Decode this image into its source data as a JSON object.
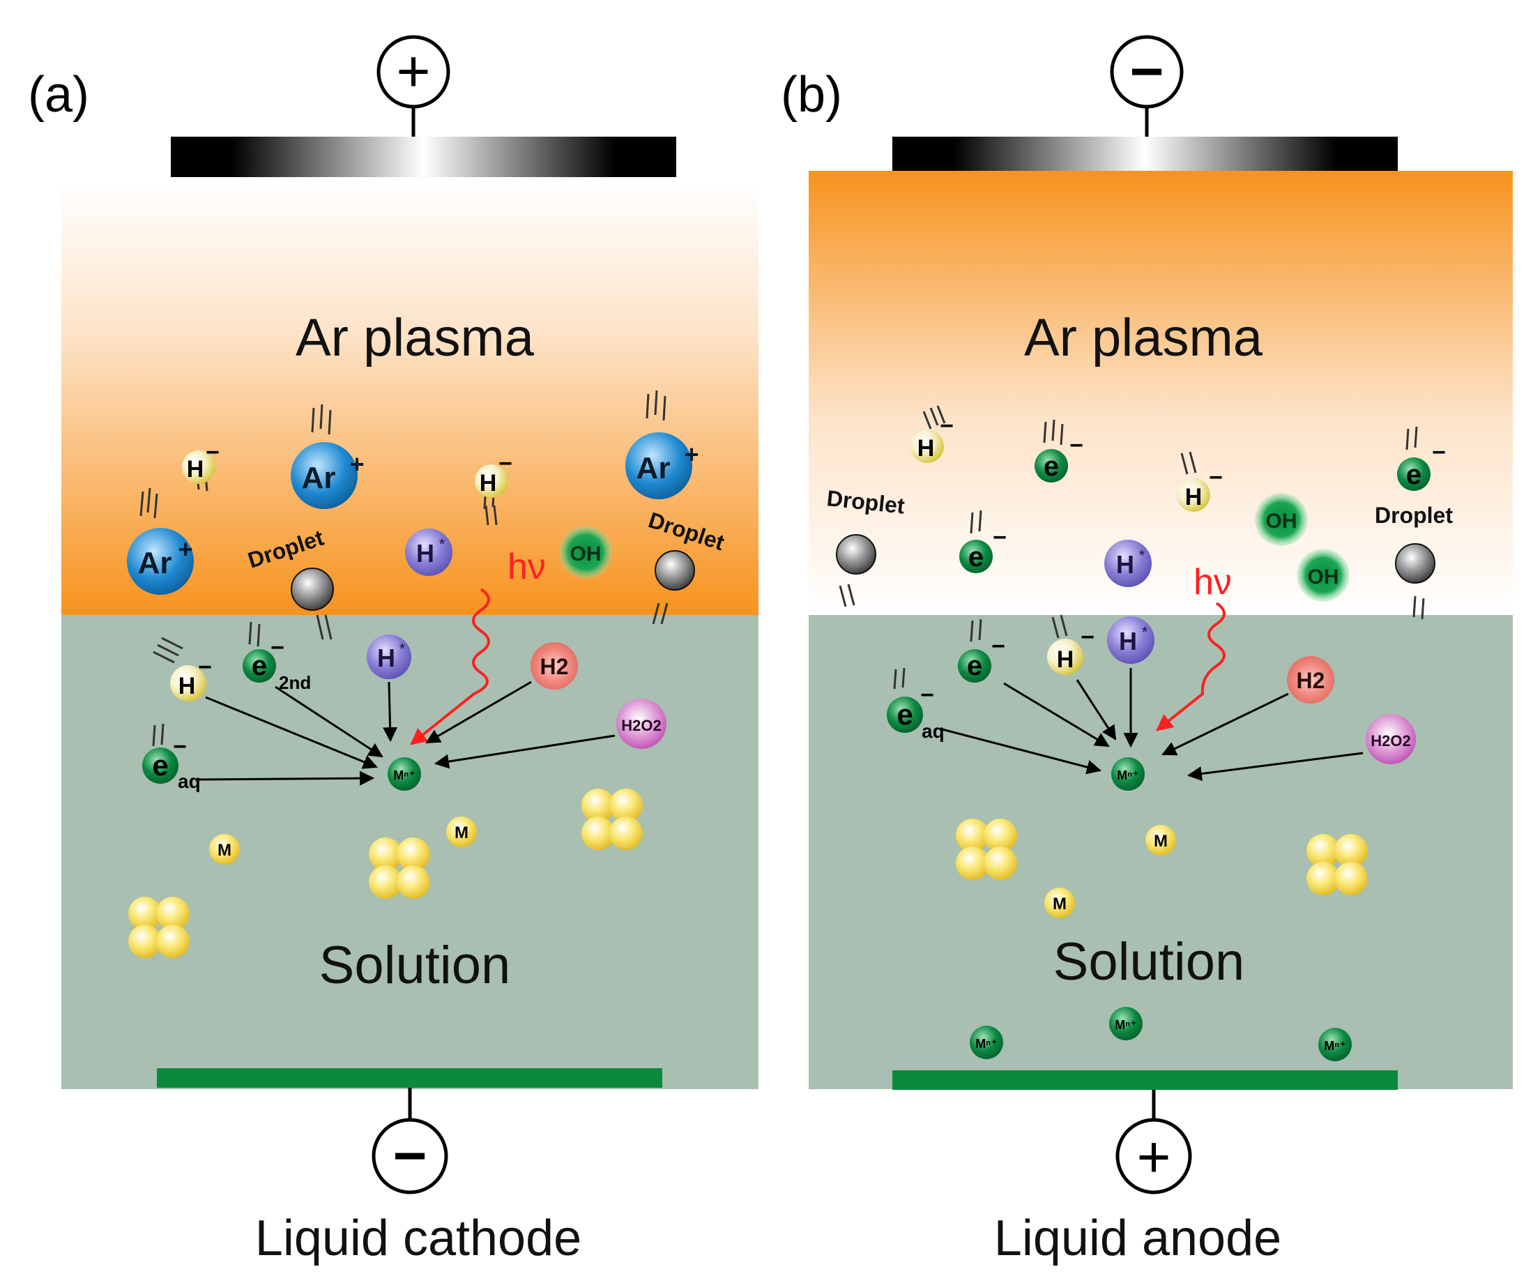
{
  "colors": {
    "plasma_orange": "#f7931e",
    "solution": "#a9bfb1",
    "electrode_bottom": "#0b8a3c",
    "ion_blue": "#1e88d0",
    "electron_green": "#0c8a42",
    "hydrogen_yellow": "#f3d33a",
    "h_radical_purple": "#7b6fc8",
    "h2_pink": "#f08a80",
    "h2o2_magenta": "#c257b8",
    "photon_red": "#ff2020",
    "droplet_gray": "#555555"
  },
  "icons": [
    "plus-sign-icon",
    "minus-sign-icon",
    "droplet-icon",
    "wavy-arrow-icon",
    "nanoparticle-cluster-icon"
  ],
  "panels": [
    {
      "label": "(a)",
      "top_sign": "+",
      "bottom_sign": "−",
      "plasma_label": "Ar plasma",
      "solution_label": "Solution",
      "caption": "Liquid cathode",
      "plasma_gradient": "orange-bottom",
      "species": {
        "ar_ion": "Ar",
        "ar_charge": "+",
        "h_minus": "H",
        "h_minus_charge": "−",
        "h_radical": "H",
        "radical_mark": "*",
        "oh": "OH",
        "droplet": "Droplet",
        "photon": "hν",
        "h2": "H2",
        "h2o2": "H2O2",
        "electron": "e",
        "electron_charge": "−",
        "sub_2nd": "2nd",
        "sub_aq": "aq",
        "metal_ion": "Mⁿ⁺",
        "metal_atom": "M"
      }
    },
    {
      "label": "(b)",
      "top_sign": "−",
      "bottom_sign": "+",
      "plasma_label": "Ar plasma",
      "solution_label": "Solution",
      "caption": "Liquid anode",
      "plasma_gradient": "orange-top",
      "species": {
        "h_minus": "H",
        "h_minus_charge": "−",
        "h_radical": "H",
        "radical_mark": "*",
        "oh": "OH",
        "droplet": "Droplet",
        "photon": "hν",
        "h2": "H2",
        "h2o2": "H2O2",
        "electron": "e",
        "electron_charge": "−",
        "sub_aq": "aq",
        "metal_ion": "Mⁿ⁺",
        "metal_atom": "M"
      }
    }
  ]
}
